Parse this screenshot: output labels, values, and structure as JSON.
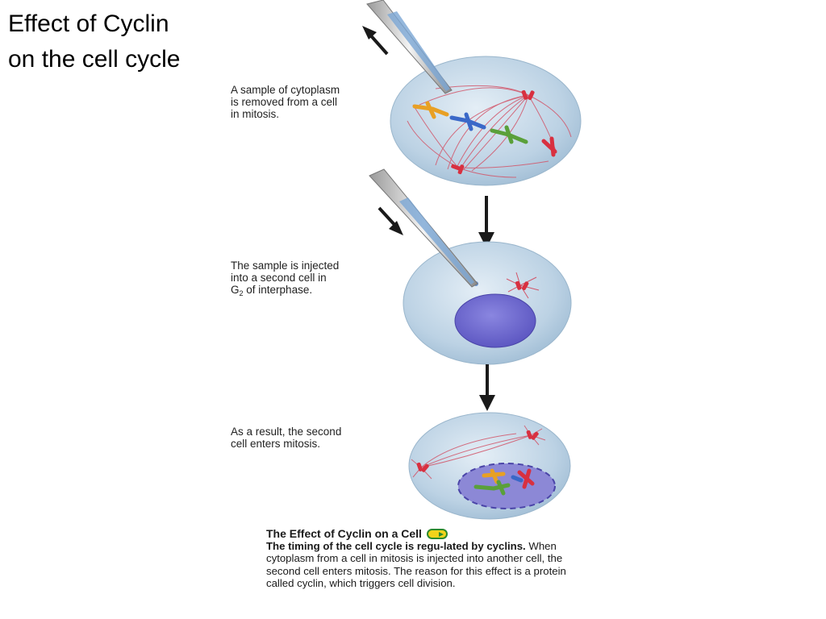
{
  "title": {
    "line1": "Effect of Cyclin",
    "line2": "on the cell cycle"
  },
  "steps": [
    {
      "lines": [
        "A sample of cytoplasm",
        "is removed from a cell",
        "in mitosis."
      ]
    },
    {
      "line1": "The sample is injected",
      "line2": "into a second cell in",
      "g": "G",
      "sub": "2",
      "line3_rest": " of interphase."
    },
    {
      "lines": [
        "As a result, the second",
        "cell enters mitosis."
      ]
    }
  ],
  "caption": {
    "heading": "The Effect of Cyclin on a Cell",
    "bold_text": "The timing of the cell cycle is regu-lated by cyclins.",
    "body": " When cytoplasm from a cell in mitosis is injected into another cell, the second cell enters mitosis. The reason for this effect is a protein called cyclin, which triggers cell division.",
    "icon": "cell-cycle-icon"
  },
  "colors": {
    "cell_fill": "#c8dcea",
    "nucleus": "#6e6ad0",
    "spindle": "#d2566a",
    "arrow": "#1a1a1a",
    "chromosome_orange": "#e8a024",
    "chromosome_blue": "#3a68c8",
    "chromosome_green": "#5aa03a",
    "chromosome_red": "#d83040"
  }
}
